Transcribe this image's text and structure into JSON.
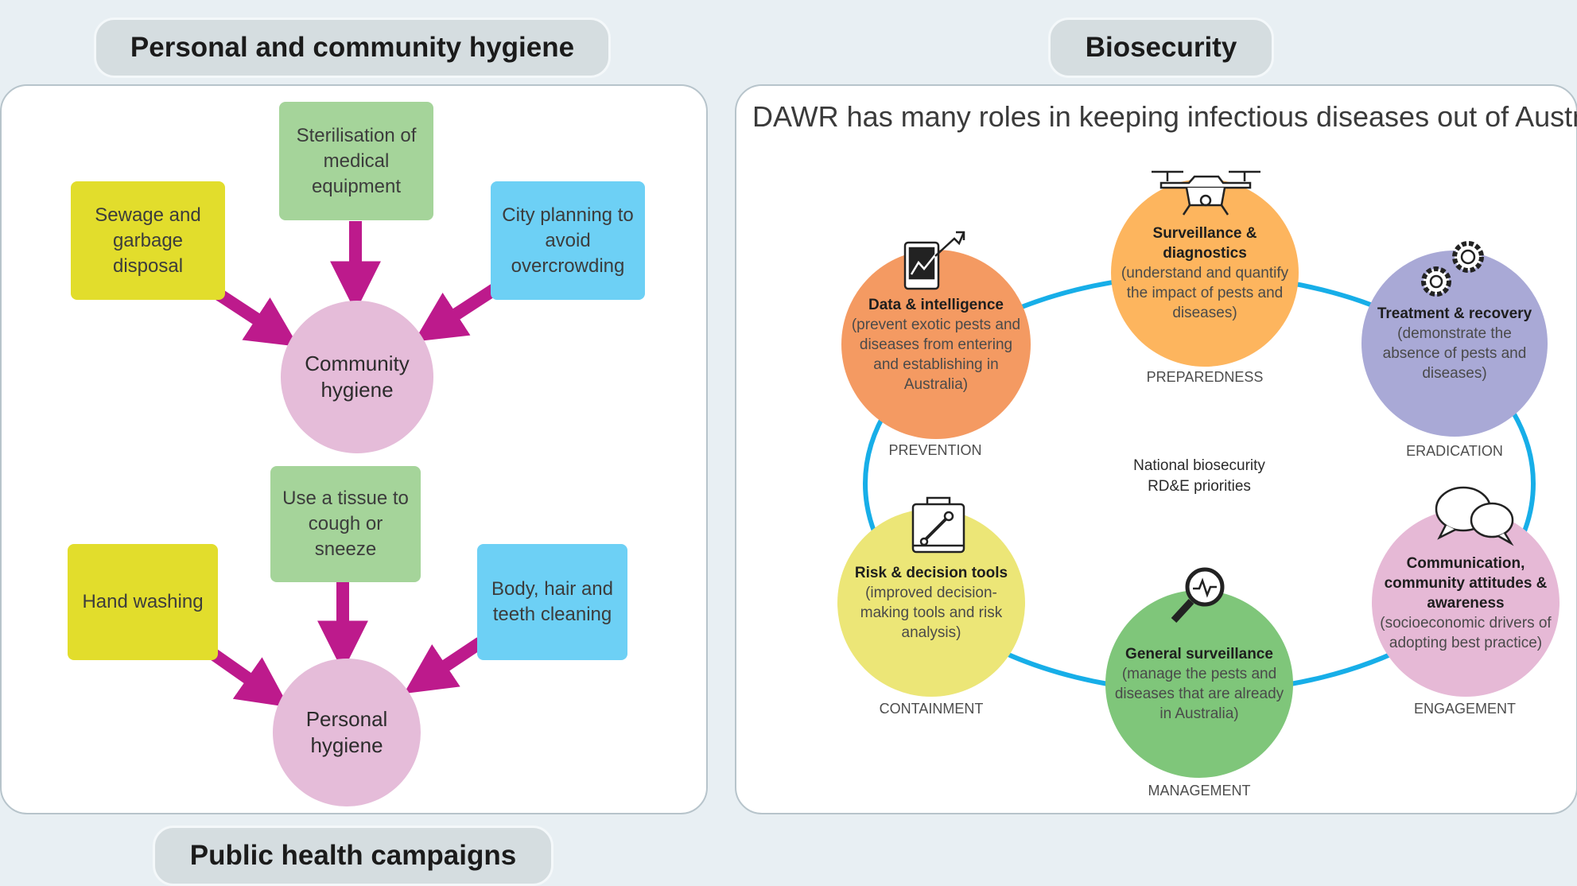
{
  "headers": {
    "hygiene": "Personal and community hygiene",
    "biosecurity": "Biosecurity",
    "campaigns": "Public health campaigns"
  },
  "community": {
    "sewage": "Sewage and garbage disposal",
    "sterilisation": "Sterilisation of medical equipment",
    "city": "City planning to avoid overcrowding",
    "center": "Community hygiene"
  },
  "personal": {
    "hand": "Hand washing",
    "tissue": "Use a tissue to cough or sneeze",
    "body": "Body, hair and teeth cleaning",
    "center": "Personal hygiene"
  },
  "biosecurity": {
    "title": "DAWR has many roles in keeping infectious diseases out of Australia",
    "center_line1": "National biosecurity",
    "center_line2": "RD&E priorities",
    "nodes": {
      "data": {
        "title": "Data & intelligence",
        "desc": "(prevent exotic pests and diseases from entering and establishing in Australia)",
        "stage": "PREVENTION",
        "color": "#f49a62"
      },
      "surveillance": {
        "title": "Surveillance & diagnostics",
        "desc": "(understand and quantify the impact of pests and diseases)",
        "stage": "PREPAREDNESS",
        "color": "#fdb55e"
      },
      "treatment": {
        "title": "Treatment & recovery",
        "desc": "(demonstrate the absence of pests and diseases)",
        "stage": "ERADICATION",
        "color": "#a9a9d6"
      },
      "communication": {
        "title": "Communication, community attitudes & awareness",
        "desc": "(socioeconomic drivers of adopting best practice)",
        "stage": "ENGAGEMENT",
        "color": "#e6b9d6"
      },
      "general": {
        "title": "General surveillance",
        "desc": "(manage the pests and diseases that are already in Australia)",
        "stage": "MANAGEMENT",
        "color": "#7fc67a"
      },
      "risk": {
        "title": "Risk & decision tools",
        "desc": "(improved decision-making tools and risk analysis)",
        "stage": "CONTAINMENT",
        "color": "#ece677"
      }
    }
  },
  "colors": {
    "arrow": "#bd1a8c",
    "ring": "#17aee8",
    "yellow_box": "#e2dd2c",
    "green_box": "#a5d49a",
    "blue_box": "#6dd0f5",
    "pink_circle": "#e5bcd9"
  }
}
